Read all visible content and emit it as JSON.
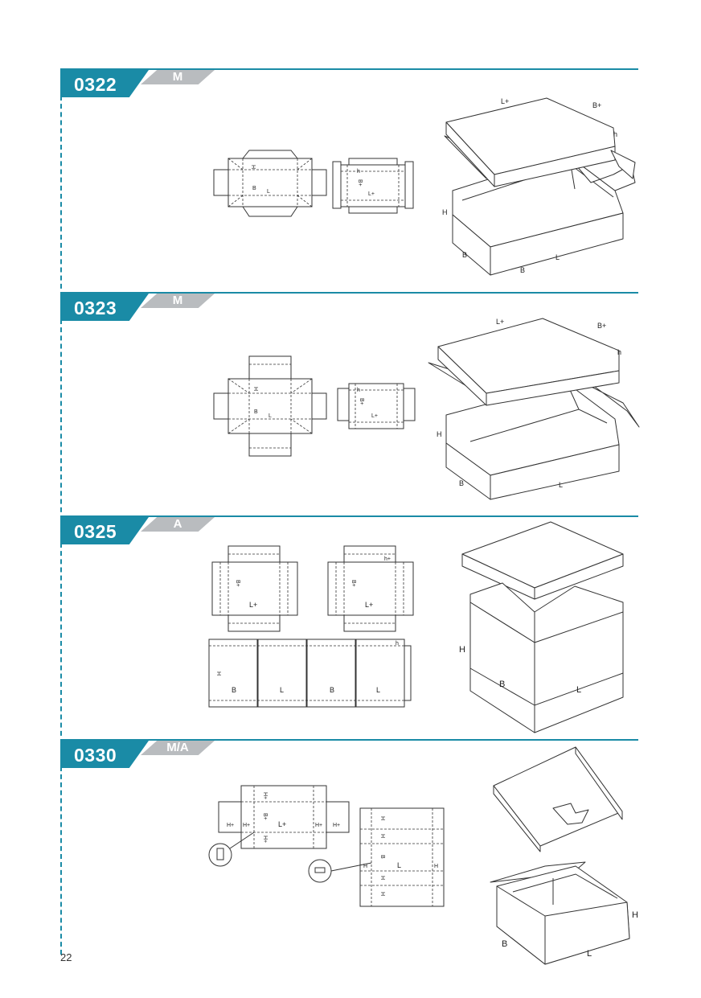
{
  "sections": [
    {
      "code": "0322",
      "grade": "M",
      "labels": {
        "top_L": "L+",
        "top_B": "B+",
        "top_h": "h",
        "box_H": "H",
        "box_B1": "B",
        "box_B2": "B",
        "box_L": "L",
        "flat1_H": "H",
        "flat1_B": "B",
        "flat1_L": "L",
        "flat2_h": "h",
        "flat2_B": "B+",
        "flat2_L": "L+"
      }
    },
    {
      "code": "0323",
      "grade": "M",
      "labels": {
        "top_L": "L+",
        "top_B": "B+",
        "top_h": "h",
        "box_H": "H",
        "box_B": "B",
        "box_L": "L",
        "flat1_H": "H",
        "flat1_B": "B",
        "flat1_L": "L",
        "flat2_h": "h",
        "flat2_B": "B+",
        "flat2_L": "L+"
      }
    },
    {
      "code": "0325",
      "grade": "A",
      "labels": {
        "box_H": "H",
        "box_B": "B",
        "box_L": "L",
        "lid1_B": "B+",
        "lid1_L": "L+",
        "lid2_h": "h+",
        "lid2_B": "B+",
        "lid2_L": "L+",
        "strip_H": "H",
        "strip_B1": "B",
        "strip_L1": "L",
        "strip_B2": "B",
        "strip_L2": "L",
        "strip_h": "h"
      }
    },
    {
      "code": "0330",
      "grade": "M/A",
      "labels": {
        "box_H": "H",
        "box_B": "B",
        "box_L": "L",
        "flat1_Ht": "H+",
        "flat1_B": "B+",
        "flat1_L": "L+",
        "flat1_Hb": "H+",
        "flat1_Hl1": "H+",
        "flat1_Hl2": "H+",
        "flat1_Hr1": "H+",
        "flat1_Hr2": "H+",
        "flat2_H1": "H",
        "flat2_H2": "H",
        "flat2_B": "B",
        "flat2_L": "L",
        "flat2_Hl": "H",
        "flat2_Hr": "H",
        "flat2_H3": "H",
        "flat2_H4": "H"
      }
    }
  ],
  "page_number": "22"
}
